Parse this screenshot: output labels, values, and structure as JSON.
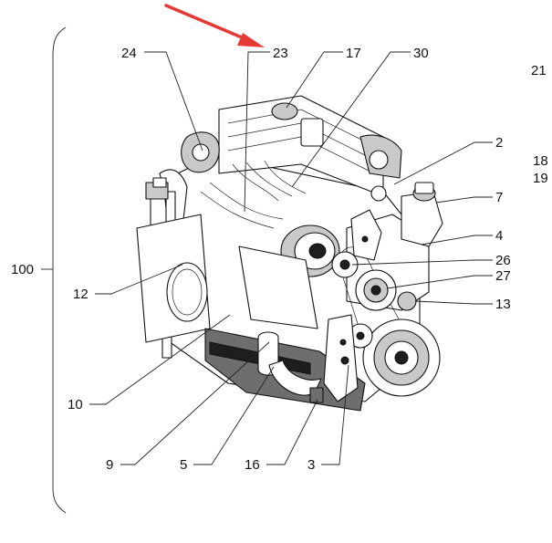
{
  "callouts": {
    "c24": "24",
    "c23": "23",
    "c17": "17",
    "c30": "30",
    "c21": "21",
    "c2": "2",
    "c18": "18",
    "c19": "19",
    "c7": "7",
    "c4": "4",
    "c26": "26",
    "c27": "27",
    "c13": "13",
    "c100": "100",
    "c12": "12",
    "c10": "10",
    "c9": "9",
    "c5": "5",
    "c16": "16",
    "c3": "3"
  },
  "colors": {
    "arrow": "#e53935",
    "line": "#111111"
  }
}
